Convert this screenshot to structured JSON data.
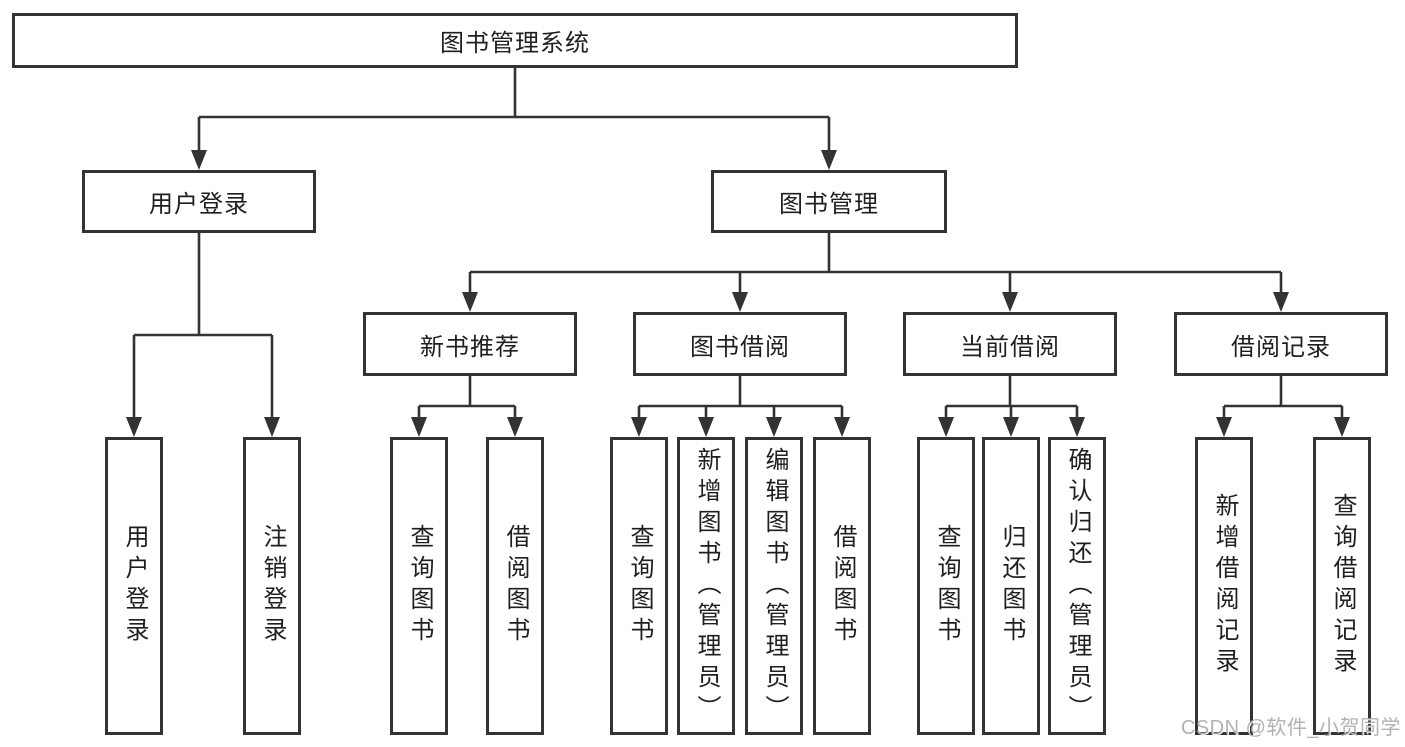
{
  "diagram": {
    "type": "hierarchy-tree",
    "title": "图书管理系统",
    "root": {
      "label": "图书管理系统",
      "children": [
        {
          "label": "用户登录",
          "children": [
            {
              "label": "用户登录"
            },
            {
              "label": "注销登录"
            }
          ]
        },
        {
          "label": "图书管理",
          "children": [
            {
              "label": "新书推荐",
              "children": [
                {
                  "label": "查询图书"
                },
                {
                  "label": "借阅图书"
                }
              ]
            },
            {
              "label": "图书借阅",
              "children": [
                {
                  "label": "查询图书"
                },
                {
                  "label": "新增图书（管理员）"
                },
                {
                  "label": "编辑图书（管理员）"
                },
                {
                  "label": "借阅图书"
                }
              ]
            },
            {
              "label": "当前借阅",
              "children": [
                {
                  "label": "查询图书"
                },
                {
                  "label": "归还图书"
                },
                {
                  "label": "确认归还（管理员）"
                }
              ]
            },
            {
              "label": "借阅记录",
              "children": [
                {
                  "label": "新增借阅记录"
                },
                {
                  "label": "查询借阅记录"
                }
              ]
            }
          ]
        }
      ]
    }
  },
  "watermark": {
    "text": "CSDN @软件_小贺同学"
  },
  "colors": {
    "background": "#ffffff",
    "line": "#333333",
    "box_border": "#333333",
    "text": "#1f1f1f",
    "watermark": "#a5a5a5"
  }
}
